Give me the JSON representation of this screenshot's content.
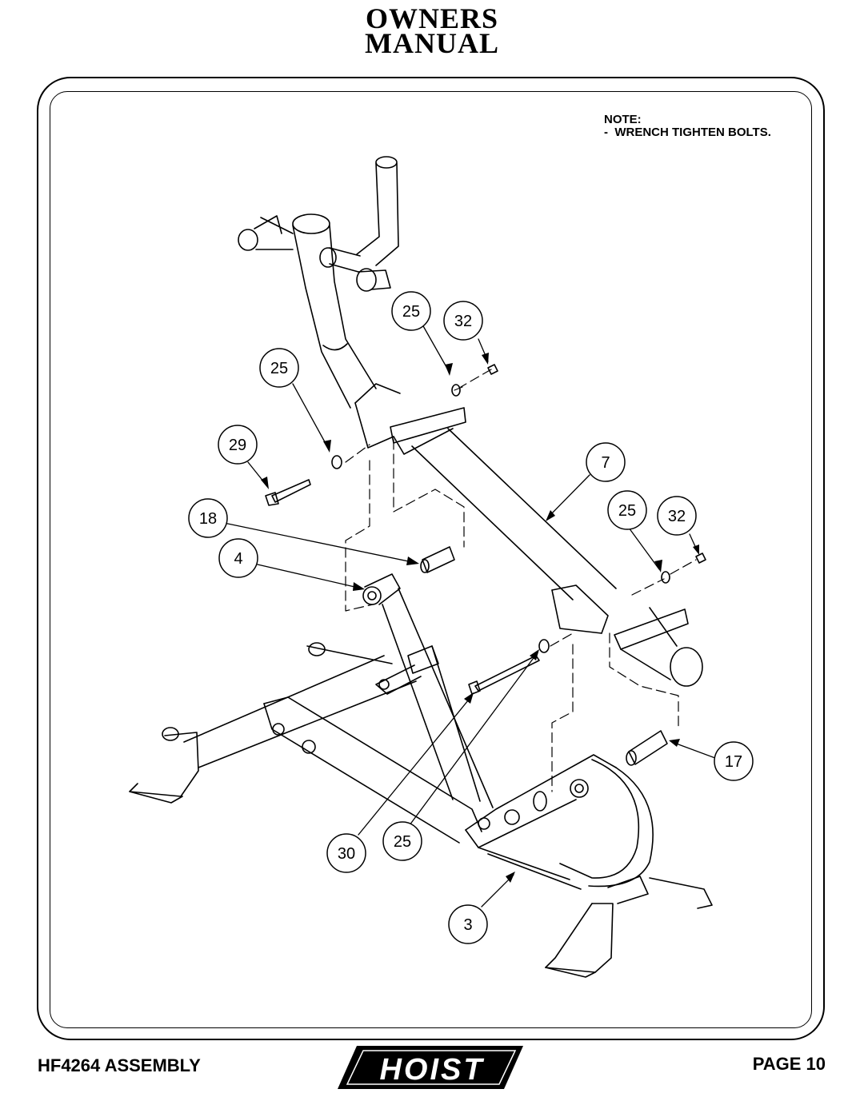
{
  "header": {
    "line1": "OWNERS",
    "line2": "MANUAL"
  },
  "note": {
    "title": "NOTE:",
    "line1": "-  WRENCH TIGHTEN BOLTS."
  },
  "callouts": {
    "c25_top": "25",
    "c32_top": "32",
    "c25_left": "25",
    "c29": "29",
    "c7": "7",
    "c18": "18",
    "c25_right": "25",
    "c32_right": "32",
    "c4": "4",
    "c17": "17",
    "c30": "30",
    "c25_bottom": "25",
    "c3": "3"
  },
  "footer": {
    "left": "HF4264 ASSEMBLY",
    "right": "PAGE 10",
    "logo": "HOIST"
  }
}
